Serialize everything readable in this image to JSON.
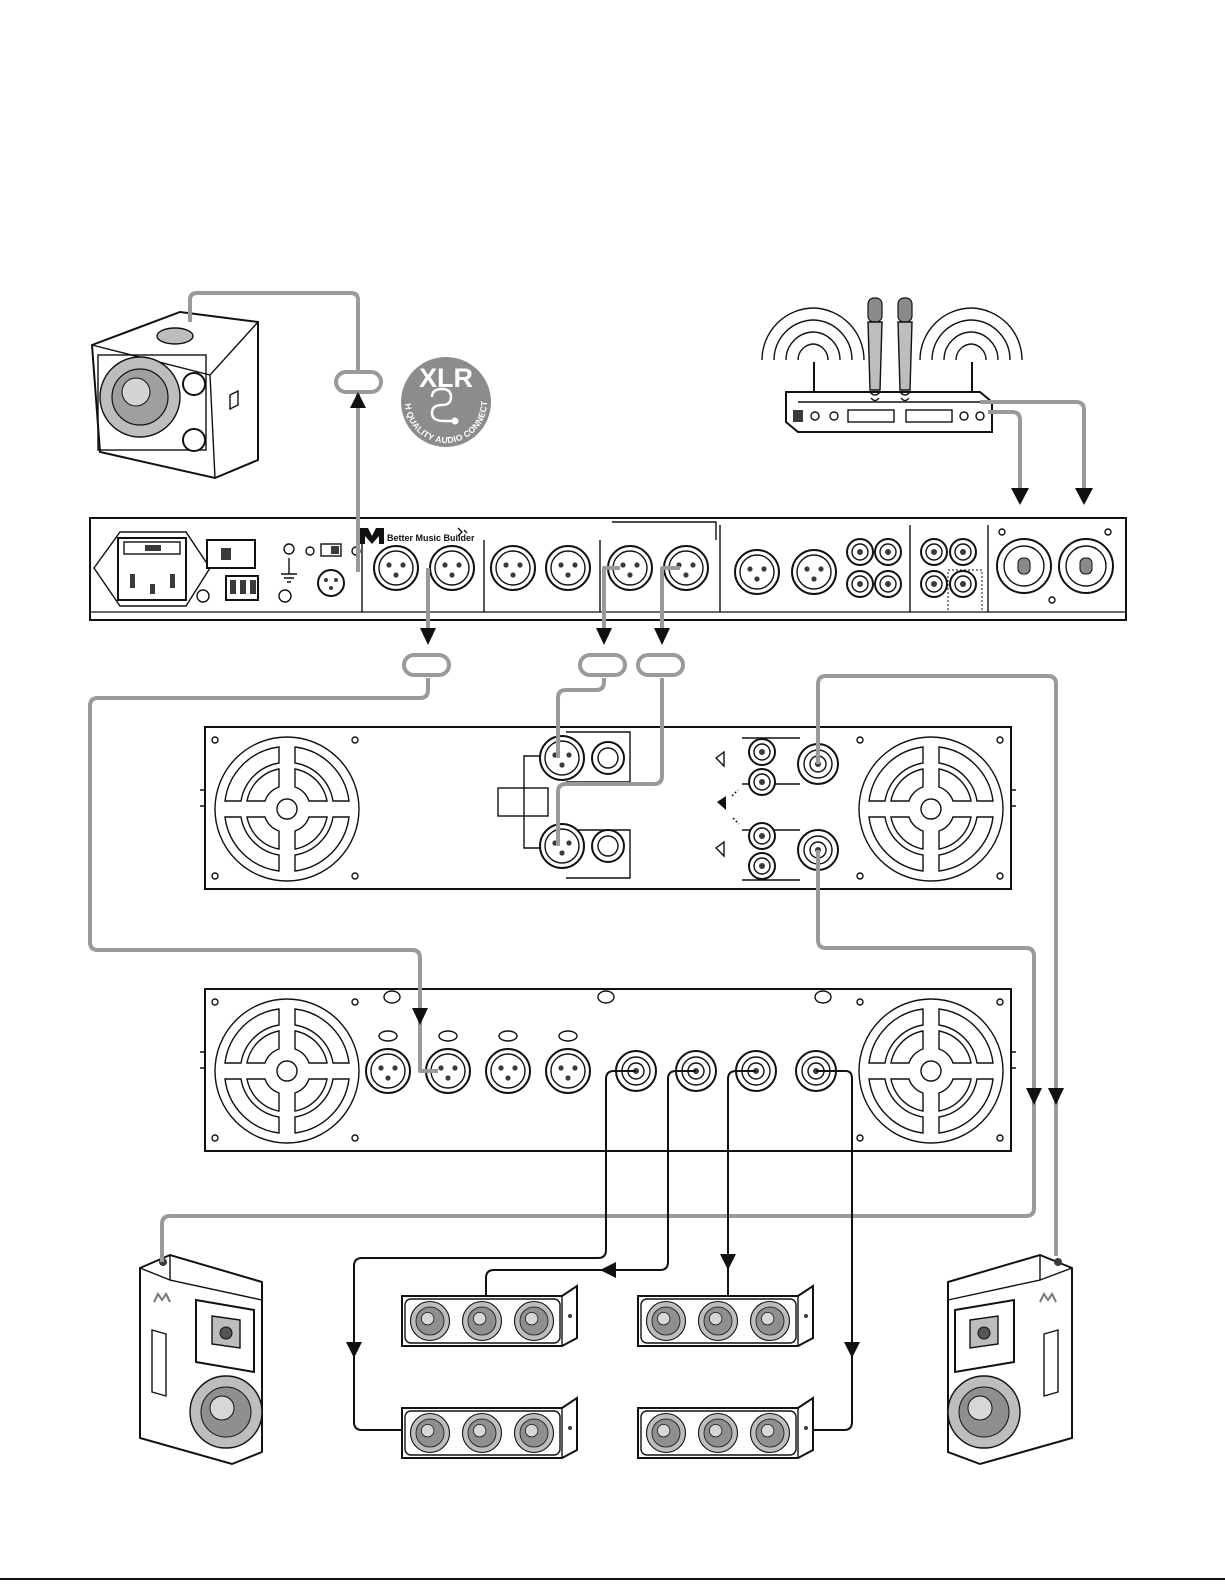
{
  "badge": {
    "title": "XLR",
    "subtitle": "HIGH QUALITY AUDIO CONNECTOR"
  },
  "mixer": {
    "brand_label": "Better Music Builder"
  },
  "colors": {
    "cable": "#9a9a9a",
    "wire": "#111111",
    "badge_fill": "#8c8c8c",
    "outline": "#111111"
  },
  "icons": [
    "subwoofer-icon",
    "wireless-mic-receiver-icon",
    "microphone-icon",
    "rack-mixer-icon",
    "power-amplifier-icon",
    "fullrange-speaker-icon",
    "ceiling-speaker-icon",
    "xlr-connector-icon",
    "speakon-connector-icon",
    "signal-arrow-icon"
  ]
}
